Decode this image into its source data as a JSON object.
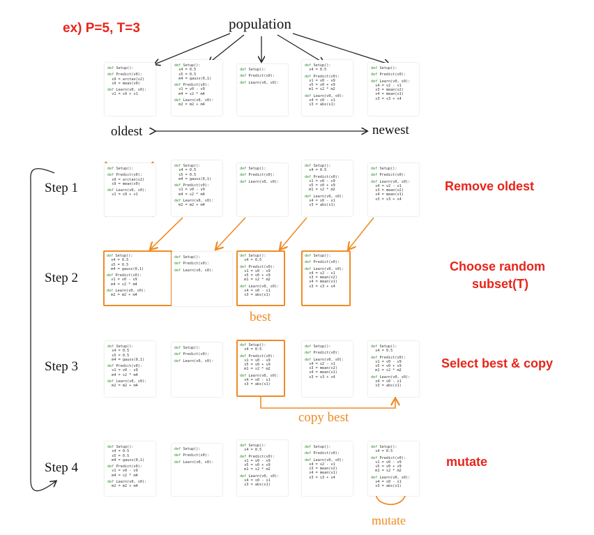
{
  "title": "ex) P=5, T=3",
  "population_label": "population",
  "oldest_label": "oldest",
  "newest_label": "newest",
  "steps": [
    {
      "label": "Step 1",
      "desc": "Remove oldest"
    },
    {
      "label": "Step 2",
      "desc_line1": "Choose random",
      "desc_line2": "subset(T)"
    },
    {
      "label": "Step 3",
      "desc": "Select best & copy"
    },
    {
      "label": "Step 4",
      "desc": "mutate"
    }
  ],
  "annotations": {
    "best": "best",
    "copy_best": "copy best",
    "mutate": "mutate"
  },
  "colors": {
    "accent_orange": "#f08a24",
    "label_red": "#e8241a",
    "keyword_green": "#2e8b2e"
  },
  "programs": {
    "A": [
      "def Setup():",
      "",
      "def Predict(v0):",
      "  s9 = arctan(s2)",
      "  s9 = mean(v0)",
      "",
      "def Learn(v0, s0):",
      "  v1 = s9 + v1"
    ],
    "B": [
      "def Setup():",
      "  s4 = 0.5",
      "  s5 = 0.5",
      "  m4 = gauss(0,1)",
      "",
      "def Predict(v0):",
      "  v1 = v0 - v9",
      "  m4 = s2 * m4",
      "",
      "def Learn(v0, s0):",
      "  m2 = m2 + m4"
    ],
    "C": [
      "def Setup():",
      "",
      "def Predict(v0):",
      "",
      "def Learn(v0, s0):"
    ],
    "D": [
      "def Setup():",
      "  s4 = 0.5",
      "",
      "def Predict(v0):",
      "  v1 = v0 - v9",
      "  v5 = v0 + v9",
      "  m1 = s2 * m2",
      "",
      "def Learn(v0, s0):",
      "  s4 = s0 - s1",
      "  s3 = abs(s1)"
    ],
    "E": [
      "def Setup():",
      "",
      "def Predict(v0):",
      "",
      "def Learn(v0, s0):",
      "  s4 = v2 - v1",
      "  s3 = mean(v2)",
      "  s4 = mean(v1)",
      "  s3 = s3 + s4"
    ],
    "D2": [
      "def Setup():",
      "  s4 = 0.5",
      "",
      "def Predict(v0):",
      "  v1 = v0 - v9",
      "  v5 = v0 + v9",
      "  m1 = s2 * m2",
      "",
      "def Learn(v0, s0):",
      "  s4 = s0 - s1",
      "  s3 = abs(s1)"
    ]
  }
}
